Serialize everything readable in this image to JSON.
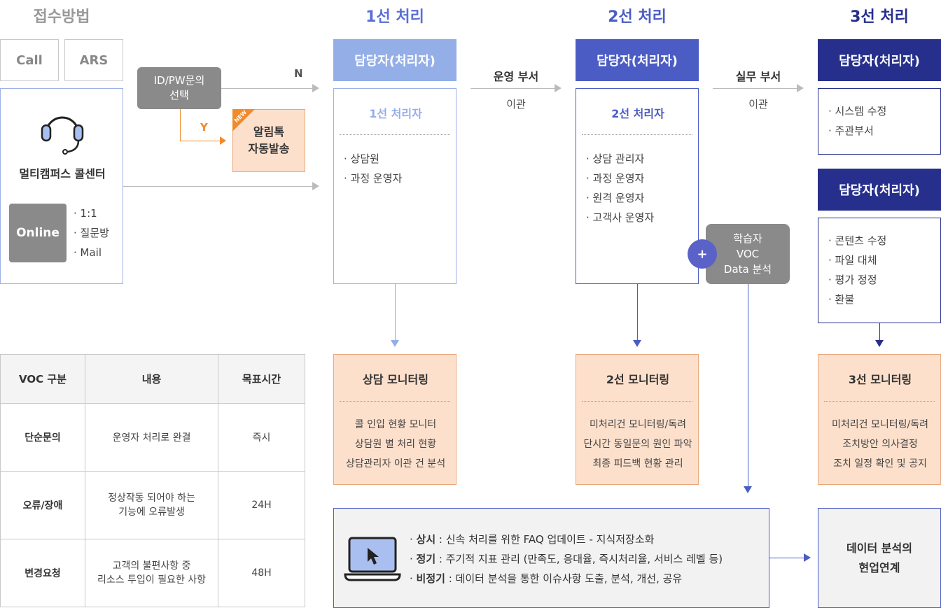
{
  "headers": {
    "intake": "접수방법",
    "first": "1선 처리",
    "second": "2선 처리",
    "third": "3선 처리"
  },
  "intake": {
    "call": "Call",
    "ars": "ARS",
    "id_pw": "ID/PW문의\n선택",
    "n_label": "N",
    "y_label": "Y",
    "new_badge": "NEW",
    "alimtalk": "알림톡\n자동발송",
    "center_name": "멀티캠퍼스 콜센터",
    "online": "Online",
    "online_items": [
      "1:1",
      "질문방",
      "Mail"
    ]
  },
  "first": {
    "handler": "담당자(처리자)",
    "title": "1선 처리자",
    "items": [
      "상담원",
      "과정 운영자"
    ],
    "monitor_title": "상담 모니터링",
    "monitor_lines": [
      "콜 인입 현황 모니터",
      "상담원 별 처리 현황",
      "상담관리자 이관 건 분석"
    ]
  },
  "transfer1": {
    "dept": "운영 부서",
    "action": "이관"
  },
  "second": {
    "handler": "담당자(처리자)",
    "title": "2선 처리자",
    "items": [
      "상담 관리자",
      "과정 운영자",
      "원격 운영자",
      "고객사 운영자"
    ],
    "monitor_title": "2선 모니터링",
    "monitor_lines": [
      "미처리건 모니터링/독려",
      "단시간 동일문의 원인 파악",
      "최종 피드백 현황 관리"
    ]
  },
  "transfer2": {
    "dept": "실무 부서",
    "action": "이관"
  },
  "third": {
    "handler1": "담당자(처리자)",
    "items1": [
      "시스템 수정",
      "주관부서"
    ],
    "handler2": "담당자(처리자)",
    "items2": [
      "콘텐츠 수정",
      "파일 대체",
      "평가 정정",
      "환불"
    ],
    "monitor_title": "3선 모니터링",
    "monitor_lines": [
      "미처리건 모니터링/독려",
      "조치방안 의사결정",
      "조치 일정 확인 및 공지"
    ]
  },
  "voc_analysis": {
    "plus": "+",
    "text": "학습자\nVOC\nData 분석"
  },
  "analysis": {
    "lines": [
      {
        "label": "상시",
        "text": " : 신속 처리를 위한 FAQ 업데이트 - 지식저장소화"
      },
      {
        "label": "정기",
        "text": " : 주기적 지표 관리 (만족도, 응대율, 즉시처리율, 서비스 레벨 등)"
      },
      {
        "label": "비정기",
        "text": " : 데이터 분석을 통한 이슈사항 도출, 분석, 개선, 공유"
      }
    ],
    "result": "데이터 분석의\n현업연계"
  },
  "voc_table": {
    "headers": [
      "VOC 구분",
      "내용",
      "목표시간"
    ],
    "rows": [
      [
        "단순문의",
        "운영자 처리로 완결",
        "즉시"
      ],
      [
        "오류/장애",
        "정상작동 되어야 하는\n기능에 오류발생",
        "24H"
      ],
      [
        "변경요청",
        "고객의 불편사항 중\n리소스 투입이 필요한 사항",
        "48H"
      ]
    ]
  },
  "colors": {
    "first": "#94aee8",
    "second": "#4b5cc4",
    "third": "#262f8c",
    "orange": "#f08a2c",
    "gray": "#8a8a8a"
  }
}
